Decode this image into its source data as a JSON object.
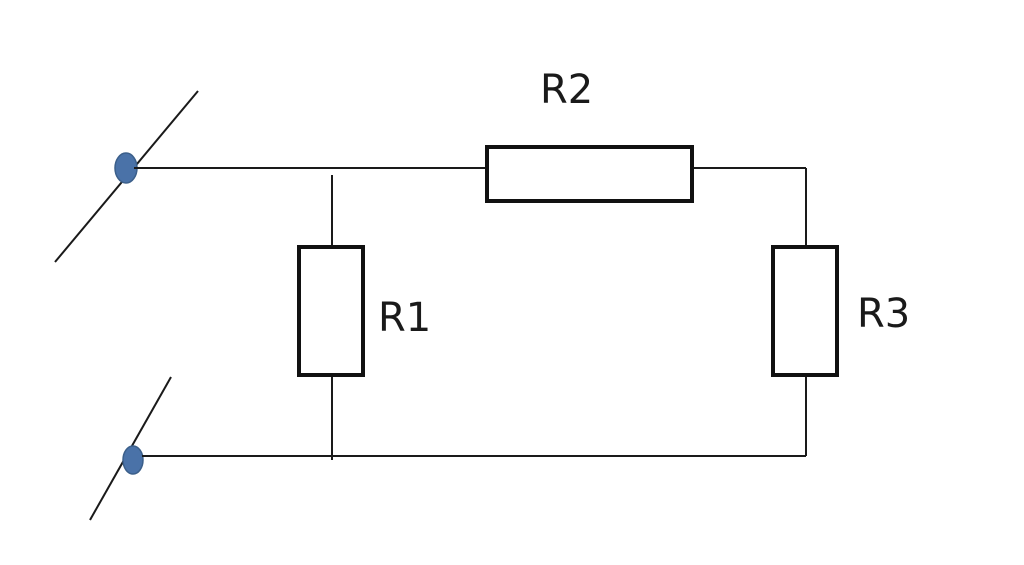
{
  "components": {
    "r1": {
      "label": "R1"
    },
    "r2": {
      "label": "R2"
    },
    "r3": {
      "label": "R3"
    }
  },
  "colors": {
    "wire": "#1a1a1a",
    "resistor_outline": "#111111",
    "terminal_node": "#4a72a8",
    "background": "#ffffff"
  }
}
